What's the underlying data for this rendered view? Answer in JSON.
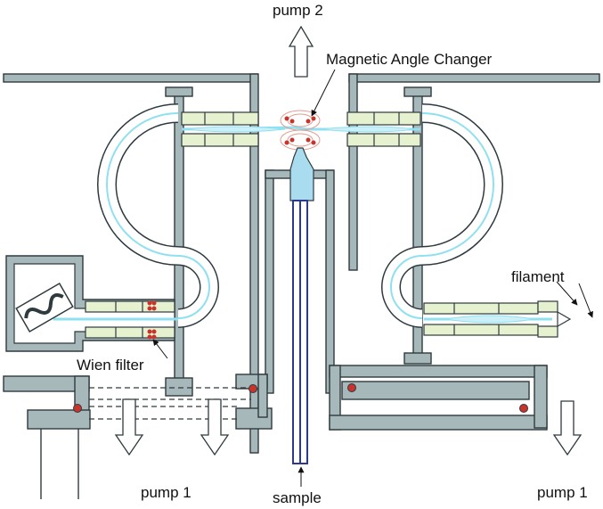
{
  "labels": {
    "pump_top": "pump 2",
    "mac": "Magnetic Angle Changer",
    "filament": "filament",
    "wien": "Wien filter",
    "pump_left": "pump 1",
    "sample": "sample",
    "pump_right": "pump 1"
  },
  "colors": {
    "wall_fill": "#a7b8bb",
    "wall_stroke": "#2f3a3e",
    "lens_fill": "#e6f1cf",
    "beam": "#8fe0f0",
    "coil": "#c8342b",
    "field": "#e39b8f",
    "sample_blue": "#a9dcef",
    "rod": "#2d3a8a"
  },
  "icons": [
    "arrow-up-icon",
    "arrow-down-icon",
    "arrow-down-icon",
    "arrow-down-icon"
  ]
}
